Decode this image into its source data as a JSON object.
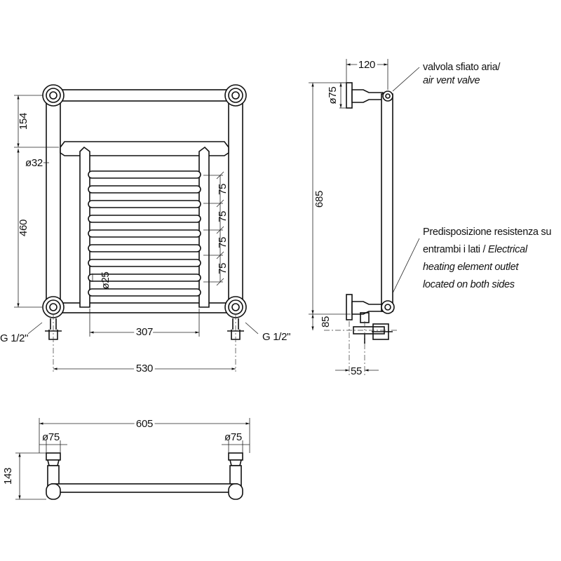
{
  "front_view": {
    "dim_top_section": "154",
    "dim_rail_dia": "ø32",
    "dim_lower_height": "460",
    "dim_bar_dia": "ø25",
    "dim_bar_spacing": [
      "75",
      "75",
      "75",
      "75"
    ],
    "dim_inner_width": "307",
    "dim_axis_width": "530",
    "thread_left": "G 1/2\"",
    "thread_right": "G 1/2\""
  },
  "side_view": {
    "dim_depth": "120",
    "dim_flange": "ø75",
    "dim_total_height": "685",
    "dim_bottom_offset": "85",
    "dim_valve_offset": "55",
    "note_air_vent_it": "valvola sfiato aria/",
    "note_air_vent_en": "air vent valve",
    "note_heating_it_1": "Predisposizione resistenza su",
    "note_heating_it_2": "entrambi i lati / ",
    "note_heating_en_1": "Electrical",
    "note_heating_en_2": "heating element outlet",
    "note_heating_en_3": "located on both sides"
  },
  "top_view": {
    "dim_overall_width": "605",
    "dim_flange_left": "ø75",
    "dim_flange_right": "ø75",
    "dim_depth": "143"
  }
}
